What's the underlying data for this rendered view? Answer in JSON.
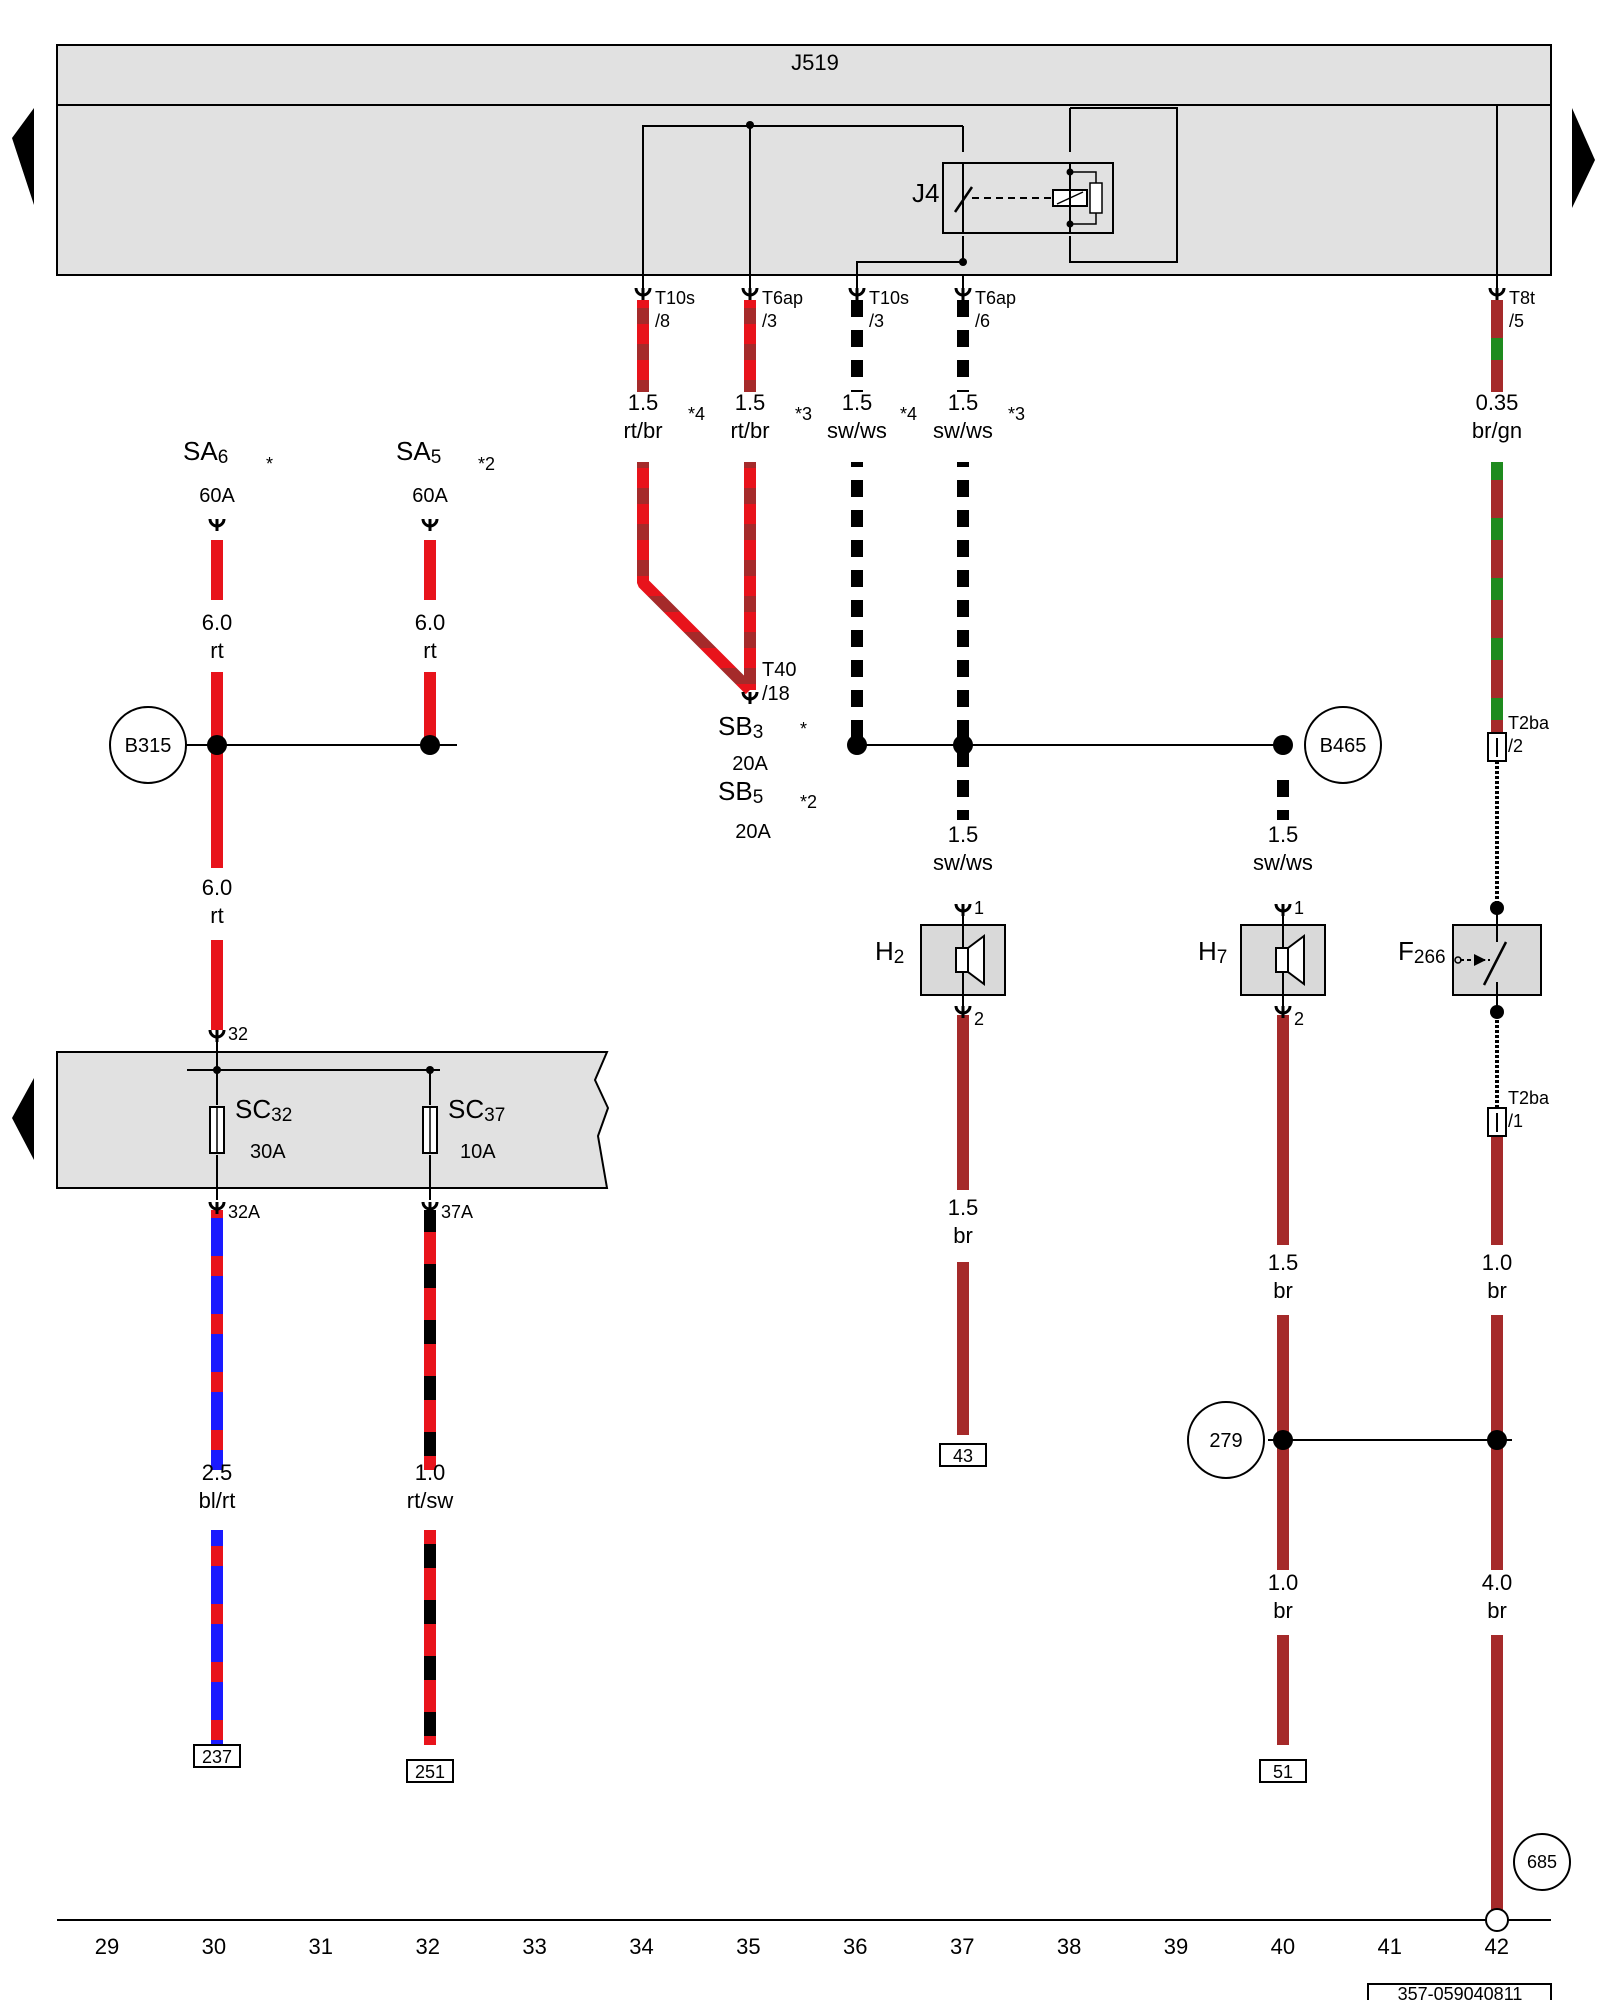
{
  "ecu": "J519",
  "relay": "J4",
  "ecu_pins": [
    {
      "conn": "T10s",
      "pin": "/8"
    },
    {
      "conn": "T6ap",
      "pin": "/3"
    },
    {
      "conn": "T10s",
      "pin": "/3"
    },
    {
      "conn": "T6ap",
      "pin": "/6"
    },
    {
      "conn": "T8t",
      "pin": "/5"
    }
  ],
  "wires": [
    {
      "size": "1.5",
      "color": "rt/br",
      "note": "*4"
    },
    {
      "size": "1.5",
      "color": "rt/br",
      "note": "*3"
    },
    {
      "size": "1.5",
      "color": "sw/ws",
      "note": "*4"
    },
    {
      "size": "1.5",
      "color": "sw/ws",
      "note": "*3"
    },
    {
      "size": "0.35",
      "color": "br/gn"
    },
    {
      "size": "6.0",
      "color": "rt"
    },
    {
      "size": "6.0",
      "color": "rt"
    },
    {
      "size": "6.0",
      "color": "rt"
    },
    {
      "size": "1.5",
      "color": "sw/ws"
    },
    {
      "size": "1.5",
      "color": "sw/ws"
    },
    {
      "size": "1.5",
      "color": "br"
    },
    {
      "size": "1.5",
      "color": "br"
    },
    {
      "size": "1.0",
      "color": "br"
    },
    {
      "size": "2.5",
      "color": "bl/rt"
    },
    {
      "size": "1.0",
      "color": "rt/sw"
    },
    {
      "size": "1.0",
      "color": "br"
    },
    {
      "size": "4.0",
      "color": "br"
    }
  ],
  "fuses": {
    "sa6": {
      "base": "SA",
      "sub": "6",
      "rating": "60A",
      "note": "*"
    },
    "sa5": {
      "base": "SA",
      "sub": "5",
      "rating": "60A",
      "note": "*2"
    },
    "sb3": {
      "base": "SB",
      "sub": "3",
      "rating": "20A",
      "note": "*"
    },
    "sb5": {
      "base": "SB",
      "sub": "5",
      "rating": "20A",
      "note": "*2"
    },
    "sc32": {
      "base": "SC",
      "sub": "32",
      "rating": "30A"
    },
    "sc37": {
      "base": "SC",
      "sub": "37",
      "rating": "10A"
    }
  },
  "t40": {
    "conn": "T40",
    "pin": "/18"
  },
  "grounds": {
    "b315": "B315",
    "b465": "B465",
    "g279": "279",
    "g685": "685"
  },
  "components": {
    "h2": {
      "base": "H",
      "sub": "2",
      "pin_top": "1",
      "pin_bottom": "2"
    },
    "h7": {
      "base": "H",
      "sub": "7",
      "pin_top": "1",
      "pin_bottom": "2"
    },
    "f266": {
      "base": "F",
      "sub": "266"
    }
  },
  "t2ba_top": {
    "conn": "T2ba",
    "pin": "/2"
  },
  "t2ba_bottom": {
    "conn": "T2ba",
    "pin": "/1"
  },
  "fusebox_pins": {
    "p32": "32",
    "p32a": "32A",
    "p37a": "37A"
  },
  "refs": [
    "43",
    "237",
    "251",
    "51"
  ],
  "scale": [
    "29",
    "30",
    "31",
    "32",
    "33",
    "34",
    "35",
    "36",
    "37",
    "38",
    "39",
    "40",
    "41",
    "42"
  ],
  "doc_id": "357-059040811"
}
